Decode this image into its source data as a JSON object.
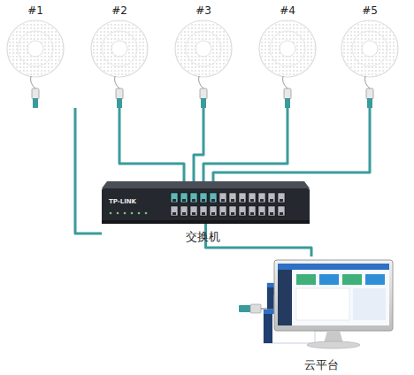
{
  "diagram": {
    "nodes": [
      {
        "text": [
          "#1"
        ]
      },
      {
        "text": [
          "#2"
        ]
      },
      {
        "text": [
          "#3"
        ]
      },
      {
        "text": [
          "#4"
        ]
      },
      {
        "text": [
          "#5"
        ]
      },
      {
        "text": [
          "交换机"
        ]
      },
      {
        "text": [
          "云平台"
        ]
      }
    ],
    "edges": [
      {
        "from": 0,
        "to": 5,
        "arrow": "none"
      },
      {
        "from": 1,
        "to": 5,
        "arrow": "none"
      },
      {
        "from": 2,
        "to": 5,
        "arrow": "none"
      },
      {
        "from": 3,
        "to": 5,
        "arrow": "none"
      },
      {
        "from": 4,
        "to": 5,
        "arrow": "none"
      },
      {
        "from": 5,
        "to": 6,
        "arrow": "none"
      }
    ],
    "labels": [
      "TP-LINK"
    ]
  }
}
